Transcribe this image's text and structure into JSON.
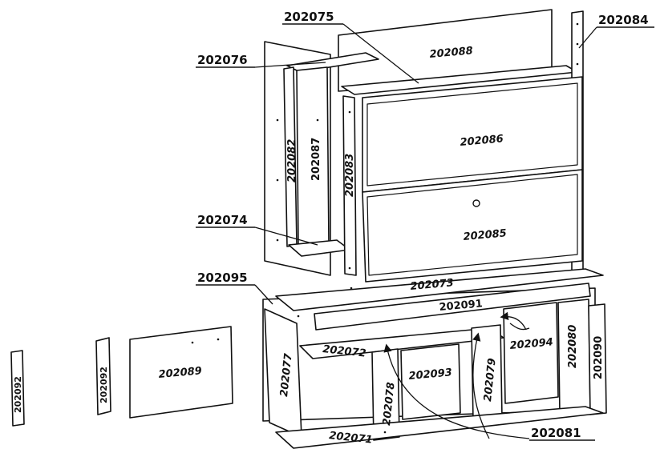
{
  "callouts": {
    "c202075": "202075",
    "c202084": "202084",
    "c202076": "202076",
    "c202074": "202074",
    "c202095": "202095",
    "c202081": "202081"
  },
  "parts": {
    "p202088": "202088",
    "p202086": "202086",
    "p202085": "202085",
    "p202087": "202087",
    "p202082": "202082",
    "p202083": "202083",
    "p202073": "202073",
    "p202091": "202091",
    "p202072": "202072",
    "p202094": "202094",
    "p202080": "202080",
    "p202090": "202090",
    "p202077": "202077",
    "p202078": "202078",
    "p202093": "202093",
    "p202079": "202079",
    "p202071": "202071",
    "p202089": "202089",
    "p202092a": "202092",
    "p202092b": "202092"
  }
}
